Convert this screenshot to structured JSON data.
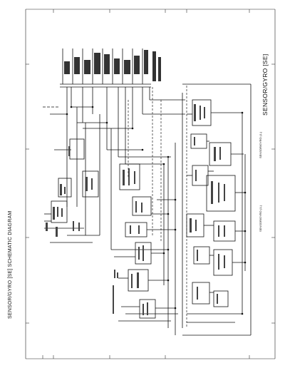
{
  "diagram": {
    "title": "SENSOR/GYRO [SE] SCHEMATIC DIAGRAM",
    "board_label": "SENSOR/GYRO [SE]",
    "ref_left": "SENSOR/GYRO (1-)",
    "ref_right": "SENSOR/GYRO (1-)"
  }
}
